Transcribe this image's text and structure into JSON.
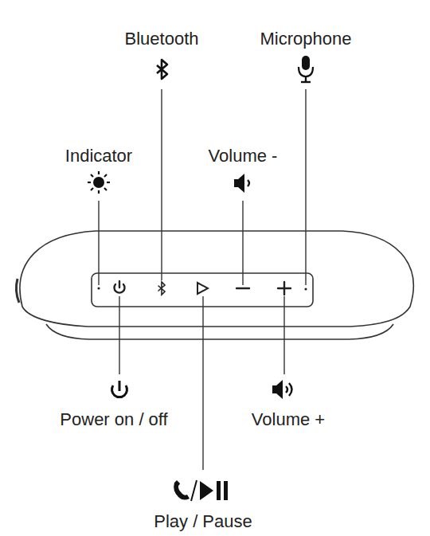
{
  "diagram": {
    "labels": [
      "Bluetooth",
      "Microphone",
      "Indicator",
      "Volume -",
      "Power on / off",
      "Volume +",
      "Play / Pause"
    ]
  }
}
